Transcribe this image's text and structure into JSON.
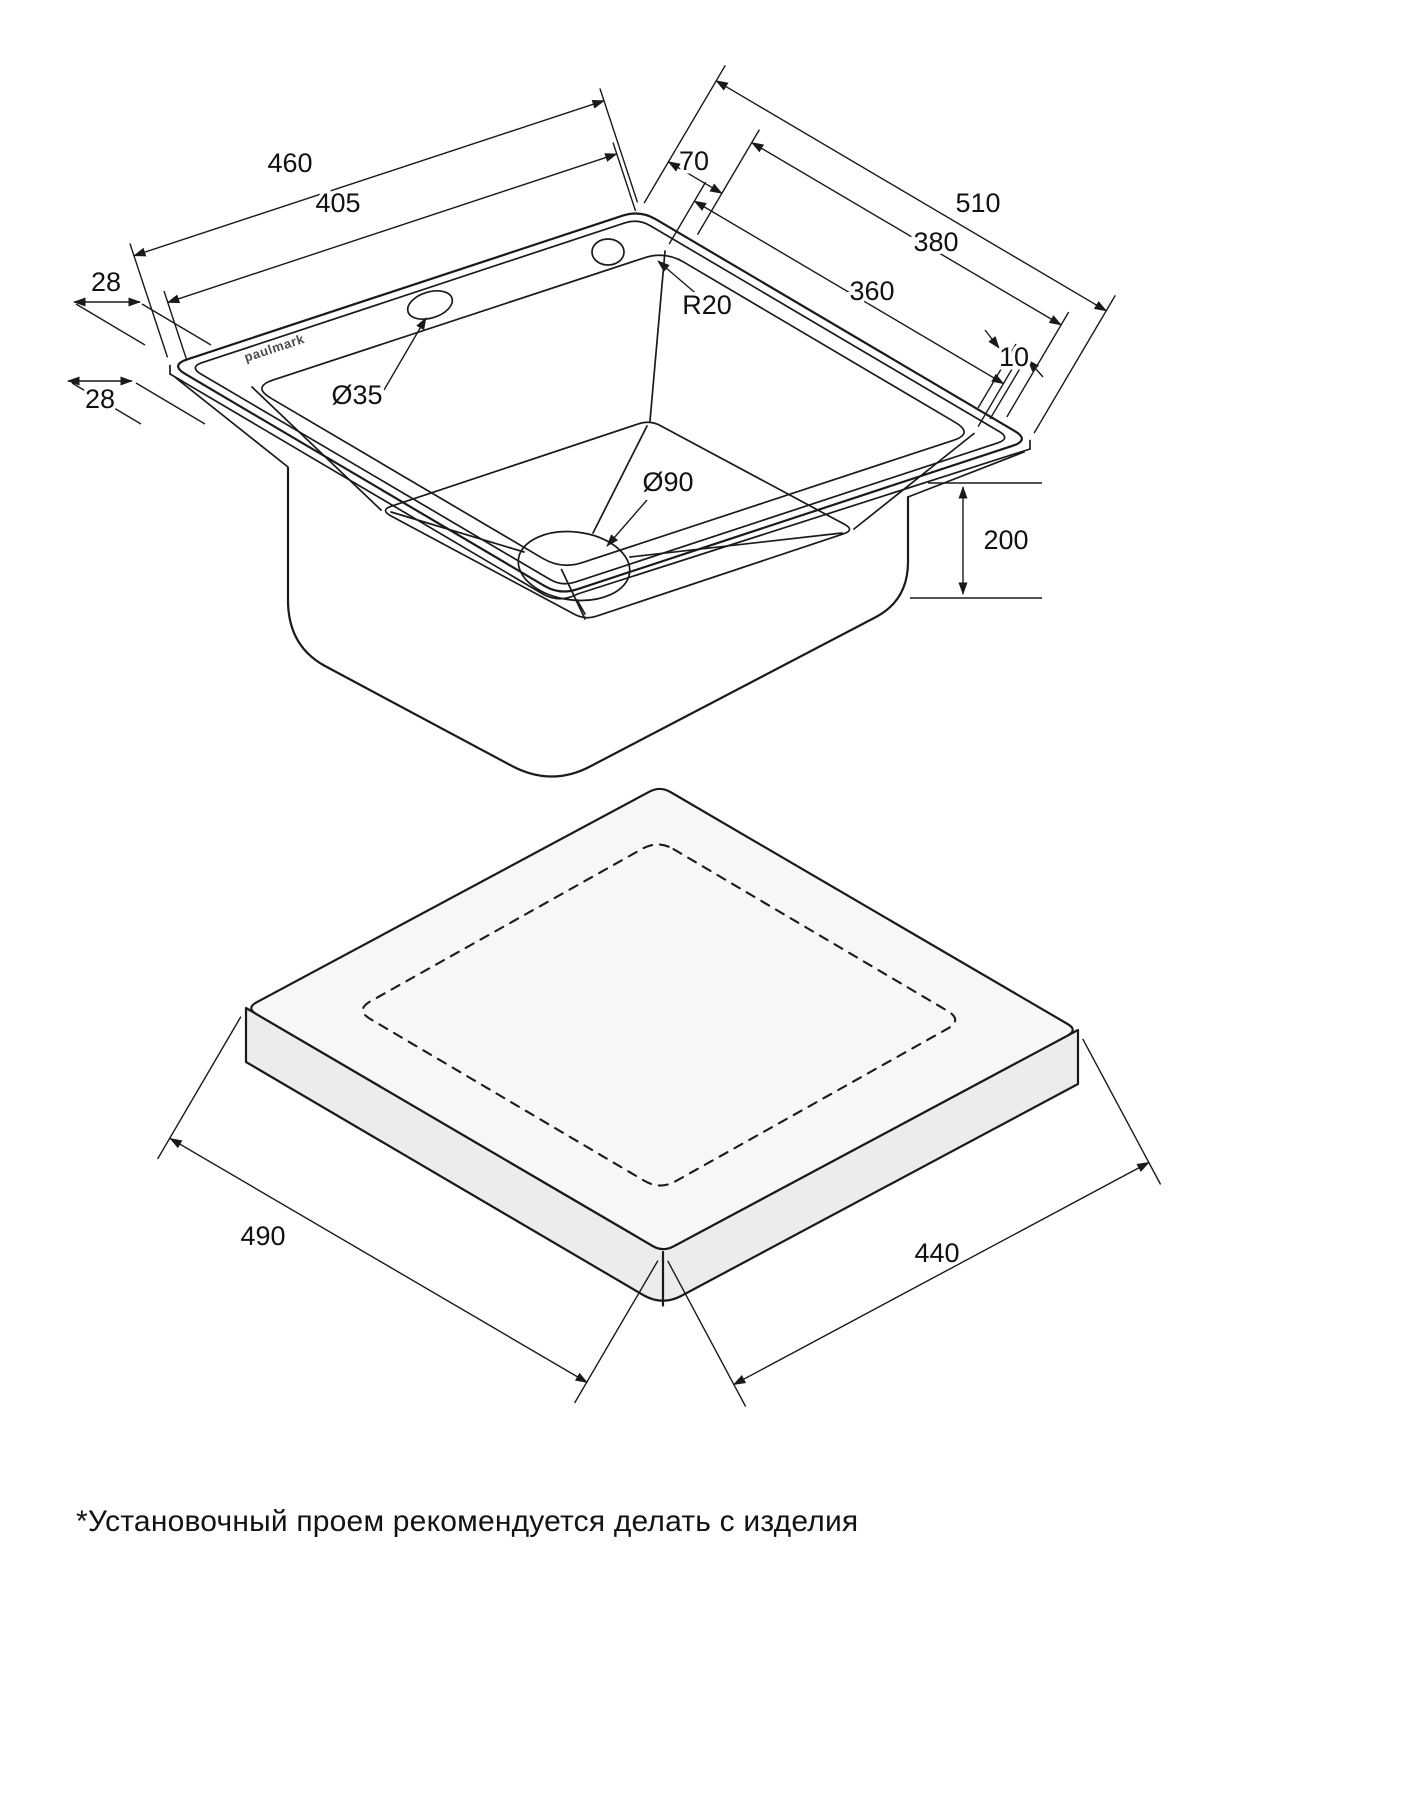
{
  "colors": {
    "line": "#1a1a1a",
    "text": "#111111",
    "slab_top": "#f7f7f7",
    "slab_side": "#ececec"
  },
  "brand": {
    "logo": "paulmark"
  },
  "sink_view": {
    "dims": {
      "overall_width": "460",
      "bowl_width": "405",
      "deck_depth": "70",
      "overall_depth": "510",
      "bowl_depth": "380",
      "bowl_inner_depth": "360",
      "rim_back": "28",
      "rim_side": "28",
      "rim_edge": "10",
      "bowl_height": "200",
      "corner_radius": "R20",
      "tap_hole": "Ø35",
      "drain": "Ø90"
    }
  },
  "cutout_view": {
    "dims": {
      "width": "490",
      "depth": "440"
    }
  },
  "footnote": "*Установочный проем рекомендуется делать с изделия"
}
